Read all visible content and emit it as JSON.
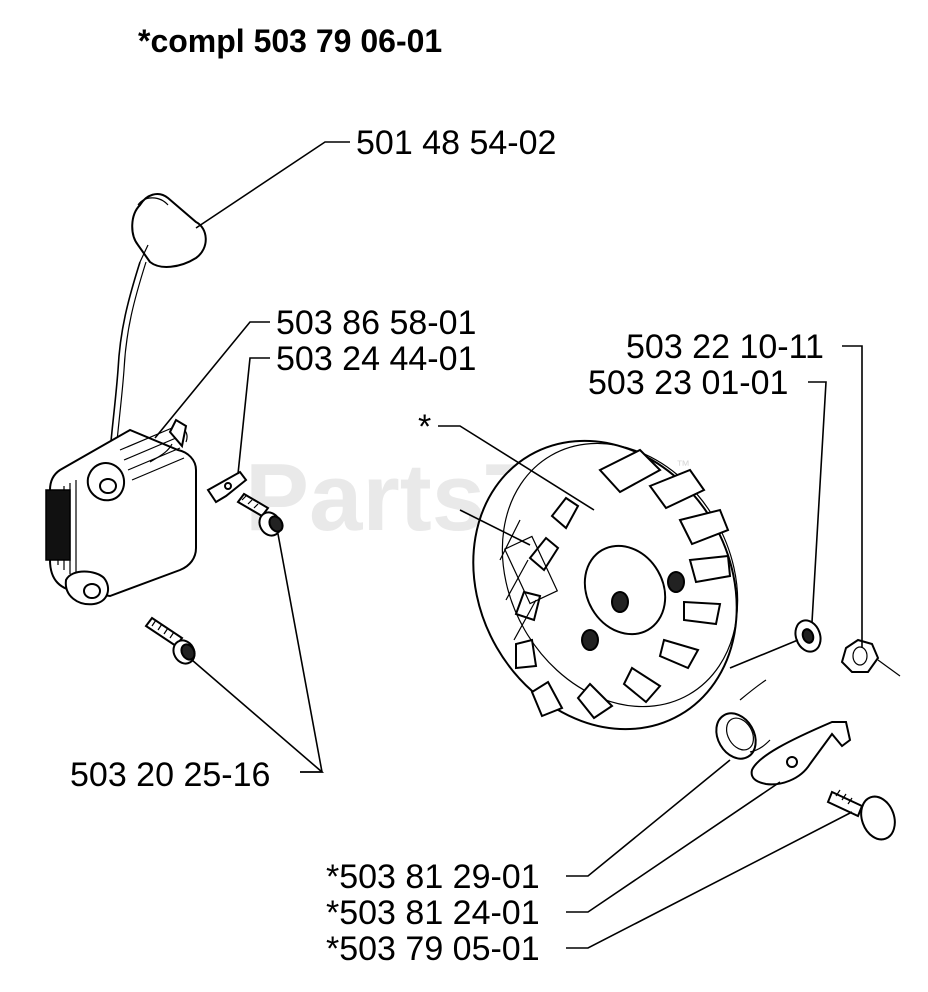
{
  "title": "*compl 503 79 06-01",
  "watermark": {
    "text": "PartsTree",
    "tm": "™"
  },
  "labels": {
    "spark_cap": "501 48 54-02",
    "ignition_wire": "503 86 58-01",
    "terminal": "503 24 44-01",
    "screws": "503 20 25-16",
    "flywheel_star": "*",
    "nut": "503 22 10-11",
    "washer": "503 23 01-01",
    "spring": "*503 81 29-01",
    "pawl": "*503 81 24-01",
    "pin": "*503 79 05-01"
  },
  "colors": {
    "ink": "#000000",
    "watermark": "#d8d8d8",
    "background": "#ffffff"
  }
}
